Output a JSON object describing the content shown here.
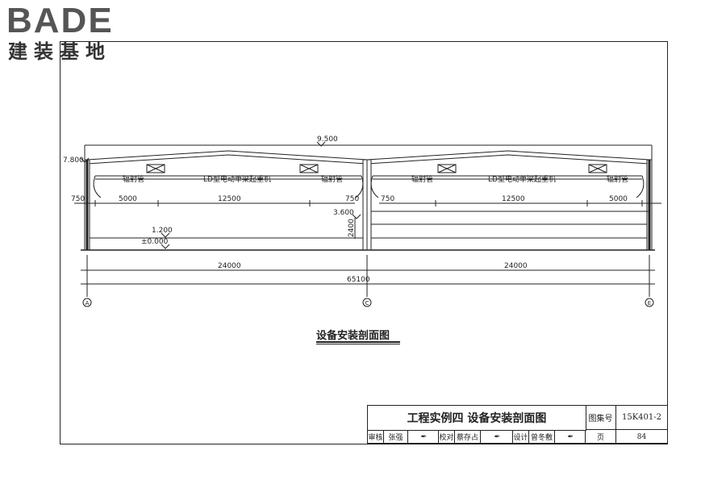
{
  "logo": {
    "brand_top": "BADE",
    "brand_bottom": "建装基地"
  },
  "drawing": {
    "caption": "设备安装剖面图",
    "elevations": {
      "ridge": "9.500",
      "eave": "7.800",
      "crane_track": "3.600",
      "platform": "1.200",
      "ground": "±0.000"
    },
    "labels": {
      "crane_left": "LD型电动单梁起重机",
      "crane_right": "LD型电动单梁起重机",
      "radiant_tube": "辐射管"
    },
    "dimensions": {
      "d750": "750",
      "d5000": "5000",
      "d12500": "12500",
      "d2400": "2400",
      "span_left": "24000",
      "span_right": "24000",
      "total": "65100"
    },
    "axes": {
      "a": "A",
      "c": "C",
      "e": "E"
    }
  },
  "title_block": {
    "title": "工程实例四  设备安装剖面图",
    "atlas_label": "图集号",
    "atlas_no": "15K401-2",
    "page_label": "页",
    "page_no": "84",
    "review_label": "审核",
    "reviewer": "张强",
    "check_label": "校对",
    "checker": "蔡存占",
    "design_label": "设计",
    "designer": "曾冬敷"
  },
  "colors": {
    "line": "#222222",
    "logo_gray": "#555555"
  }
}
